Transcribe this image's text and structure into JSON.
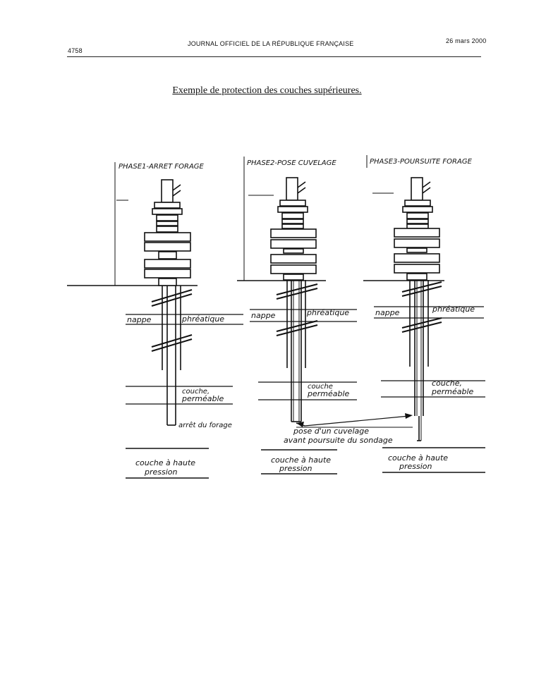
{
  "header": {
    "page_number": "4758",
    "journal": "JOURNAL OFFICIEL DE LA RÉPUBLIQUE FRANÇAISE",
    "date": "26 mars 2000"
  },
  "title": "Exemple de protection des couches supérieures.",
  "phases": [
    {
      "label": "PHASE1-ARRET FORAGE",
      "nappe_left": "nappe",
      "nappe_right": "phréatique",
      "couche_perm_1": "couche,",
      "couche_perm_2": "perméable",
      "note": "arrêt du forage",
      "pressure_1": "couche à haute",
      "pressure_2": "pression"
    },
    {
      "label": "PHASE2-POSE CUVELAGE",
      "nappe_left": "nappe",
      "nappe_right": "phréatique",
      "couche_perm_1": "couche",
      "couche_perm_2": "perméable",
      "pressure_1": "couche à haute",
      "pressure_2": "pression"
    },
    {
      "label": "PHASE3-POURSUITE FORAGE",
      "nappe_left": "nappe",
      "nappe_right": "phréatique",
      "couche_perm_1": "couche,",
      "couche_perm_2": "perméable",
      "pressure_1": "couche à haute",
      "pressure_2": "pression"
    }
  ],
  "annotation": {
    "line1": "pose d'un cuvelage",
    "line2": "avant poursuite du sondage"
  }
}
